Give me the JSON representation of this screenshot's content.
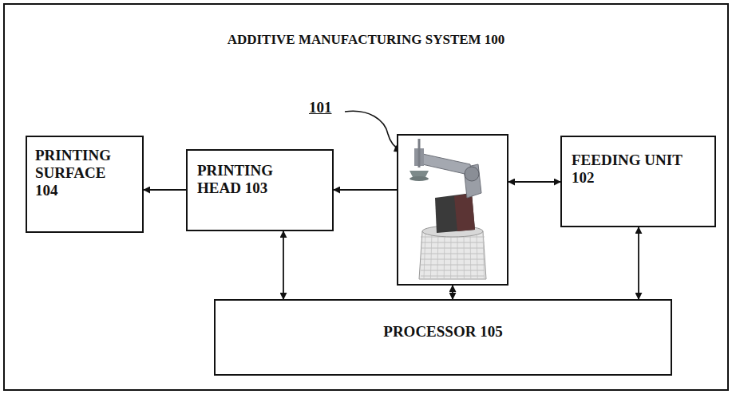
{
  "diagram": {
    "nodes": [
      {
        "text": [
          "ADDITIVE MANUFACTURING SYSTEM 100"
        ]
      },
      {
        "text": [
          "PRINTING SURFACE 104"
        ],
        "in": 0
      },
      {
        "text": [
          "PRINTING HEAD 103"
        ],
        "in": 0
      },
      {
        "text": [
          "101"
        ],
        "in": 0
      },
      {
        "text": [
          "FEEDING UNIT 102"
        ],
        "in": 0
      },
      {
        "text": [
          "PROCESSOR 105"
        ],
        "in": 0
      }
    ],
    "edges": [
      {
        "from": 3,
        "to": 2,
        "arrow": "to"
      },
      {
        "from": 2,
        "to": 1,
        "arrow": "to"
      },
      {
        "from": 3,
        "to": 4,
        "arrow": "both"
      },
      {
        "from": 2,
        "to": 5,
        "arrow": "both"
      },
      {
        "from": 3,
        "to": 5,
        "arrow": "both"
      },
      {
        "from": 4,
        "to": 5,
        "arrow": "both"
      }
    ]
  }
}
